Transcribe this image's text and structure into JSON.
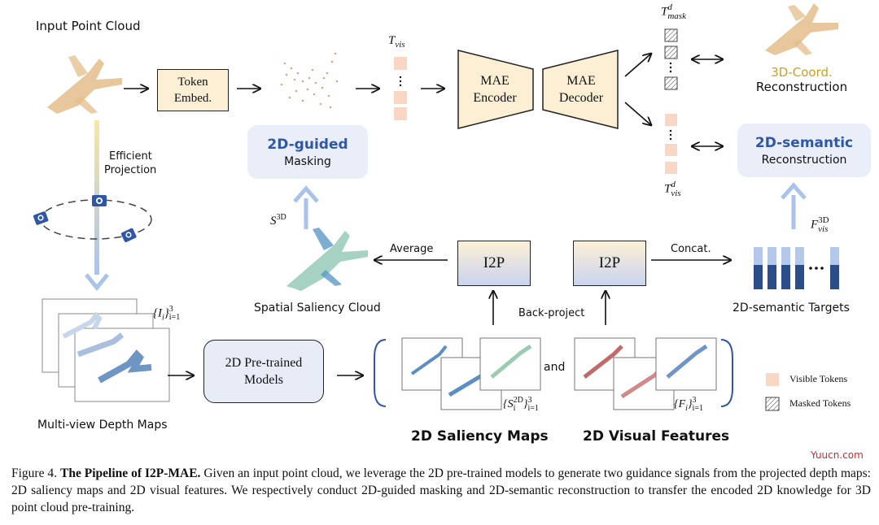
{
  "figure": {
    "input_point_cloud": "Input Point Cloud",
    "token_embed": [
      "Token",
      "Embed."
    ],
    "t_vis": "T",
    "t_vis_sub": "vis",
    "mae_encoder": [
      "MAE",
      "Encoder"
    ],
    "mae_decoder": [
      "MAE",
      "Decoder"
    ],
    "t_mask": "T",
    "t_mask_sup": "d",
    "t_mask_sub": "mask",
    "t_vis_d": "T",
    "t_vis_d_sup": "d",
    "t_vis_d_sub": "vis",
    "coord_recon_title": "3D-Coord.",
    "coord_recon_sub": "Reconstruction",
    "masking_title": "2D-guided",
    "masking_sub": "Masking",
    "semantic_title": "2D-semantic",
    "semantic_sub": "Reconstruction",
    "efficient_projection": [
      "Efficient",
      "Projection"
    ],
    "s3d": "S",
    "s3d_sup": "3D",
    "average": "Average",
    "i2p": "I2P",
    "concat": "Concat.",
    "f_vis": "F",
    "f_vis_sup": "3D",
    "f_vis_sub": "vis",
    "spatial_saliency": "Spatial Saliency Cloud",
    "targets": "2D-semantic Targets",
    "back_project": "Back-project",
    "depth_set": "{I",
    "depth_set_sub": "i",
    "depth_set_tail": "}",
    "depth_set_range_sup": "3",
    "depth_set_range_sub": "i=1",
    "pretrained": [
      "2D Pre-trained",
      "Models"
    ],
    "and": "and",
    "saliency_set": "{S",
    "saliency_set_sup": "2D",
    "saliency_set_sub": "i",
    "features_set": "{F",
    "features_set_sub": "i",
    "multiview": "Multi-view Depth Maps",
    "saliency_maps": "2D Saliency Maps",
    "visual_features": "2D Visual Features",
    "legend_visible": "Visible Tokens",
    "legend_masked": "Masked Tokens",
    "watermark": "Yuucn.com"
  },
  "caption": {
    "prefix": "Figure 4. ",
    "title": "The Pipeline of I2P-MAE.",
    "body": " Given an input point cloud, we leverage the 2D pre-trained models to generate two guidance signals from the projected depth maps: 2D saliency maps and 2D visual features. We respectively conduct 2D-guided masking and 2D-semantic reconstruction to transfer the encoded 2D knowledge for 3D point cloud pre-training."
  },
  "colors": {
    "token_visible": "#f9d7c4",
    "token_embed_fill": "#fcefd4",
    "mae_fill": "#fcefd4",
    "guidance_fill": "#e9eef8",
    "accent_blue": "#2f57a8",
    "accent_gold": "#c9a227",
    "arrow_blue": "#a9c3ea",
    "target_dark": "#2b4d8a",
    "target_light": "#b3c8ea"
  }
}
